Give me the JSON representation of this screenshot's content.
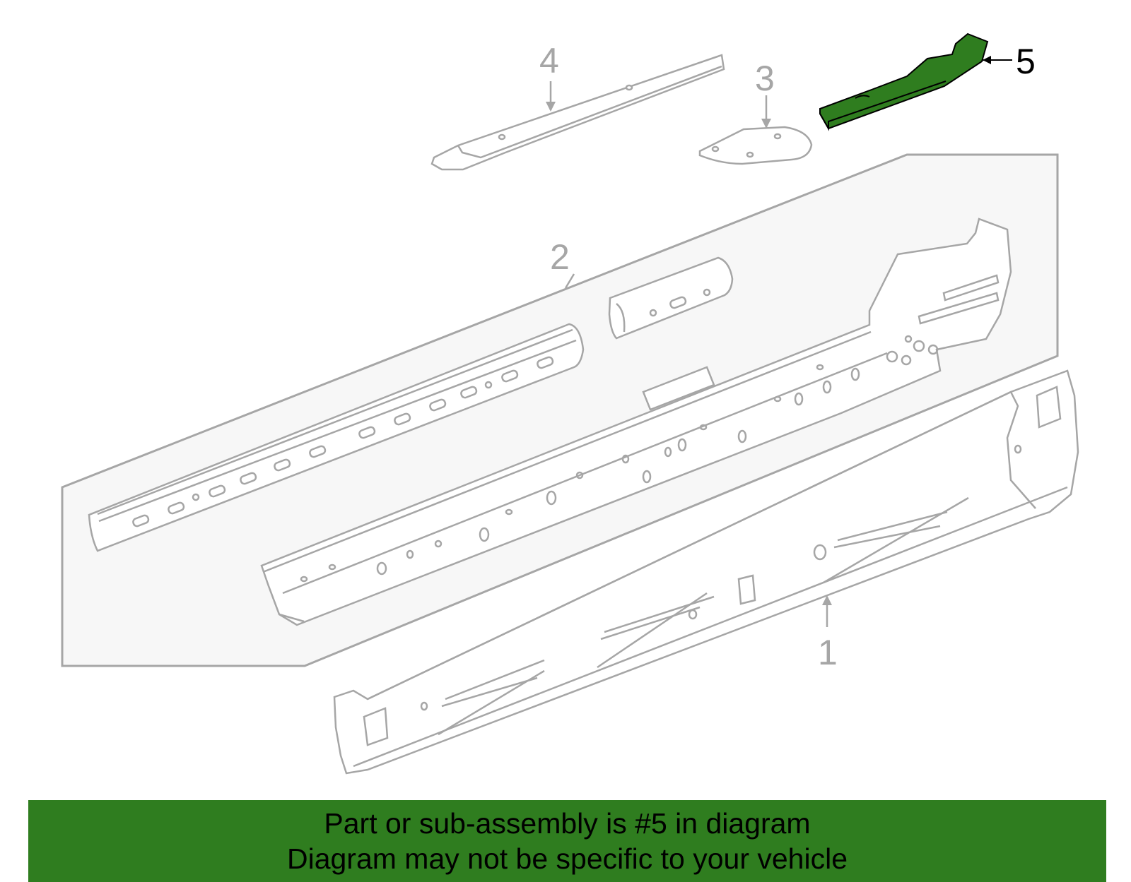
{
  "callouts": {
    "part1": "1",
    "part2": "2",
    "part3": "3",
    "part4": "4",
    "part5": "5"
  },
  "highlighted_part": "5",
  "colors": {
    "highlight": "#2f7d1f",
    "line": "#a6a6a6",
    "panel_fill": "#f7f7f7"
  },
  "banner": {
    "line1": "Part or sub-assembly is #5 in diagram",
    "line2": "Diagram may not be specific to your vehicle"
  }
}
